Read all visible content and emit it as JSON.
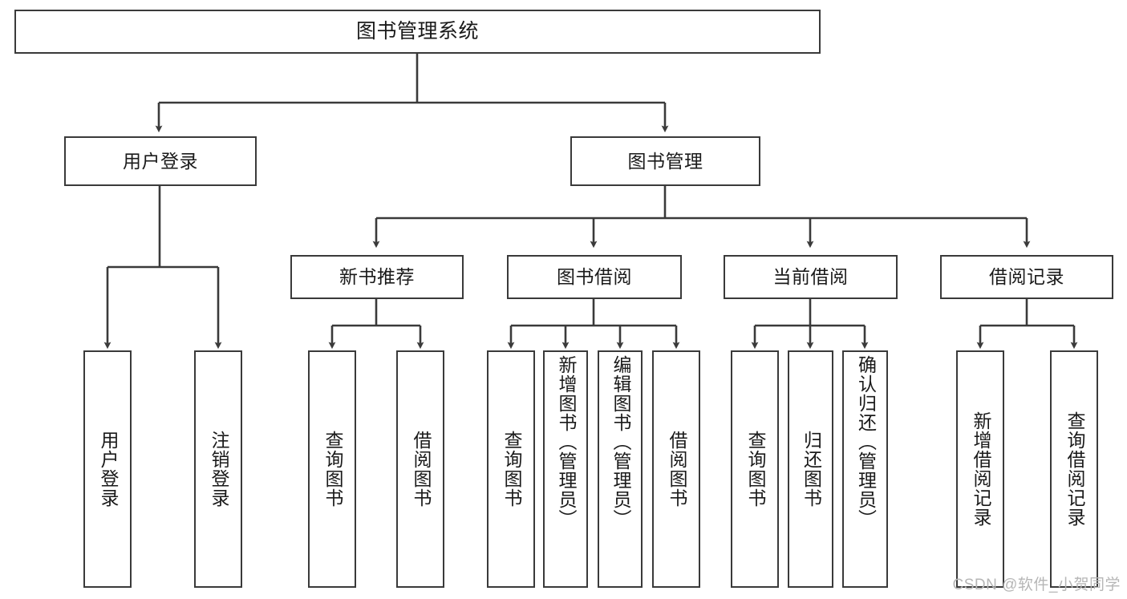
{
  "diagram": {
    "title": "图书管理系统",
    "watermark": "CSDN @软件_小贺同学",
    "line_color": "#3a3a3a",
    "box_fill": "#ffffff",
    "text_color": "#1a1a1a",
    "watermark_color": "#b6b6b6",
    "root": {
      "label": "图书管理系统"
    },
    "level1": [
      {
        "label": "用户登录"
      },
      {
        "label": "图书管理"
      }
    ],
    "level2": [
      {
        "label": "新书推荐"
      },
      {
        "label": "图书借阅"
      },
      {
        "label": "当前借阅"
      },
      {
        "label": "借阅记录"
      }
    ],
    "leaves": {
      "user_login": [
        {
          "label": "用户登录"
        },
        {
          "label": "注销登录"
        }
      ],
      "new_book_recommend": [
        {
          "label": "查询图书"
        },
        {
          "label": "借阅图书"
        }
      ],
      "book_borrow": [
        {
          "label": "查询图书"
        },
        {
          "label": "新增图书（管理员）"
        },
        {
          "label": "编辑图书（管理员）"
        },
        {
          "label": "借阅图书"
        }
      ],
      "current_borrow": [
        {
          "label": "查询图书"
        },
        {
          "label": "归还图书"
        },
        {
          "label": "确认归还（管理员）"
        }
      ],
      "borrow_record": [
        {
          "label": "新增借阅记录"
        },
        {
          "label": "查询借阅记录"
        }
      ]
    }
  }
}
